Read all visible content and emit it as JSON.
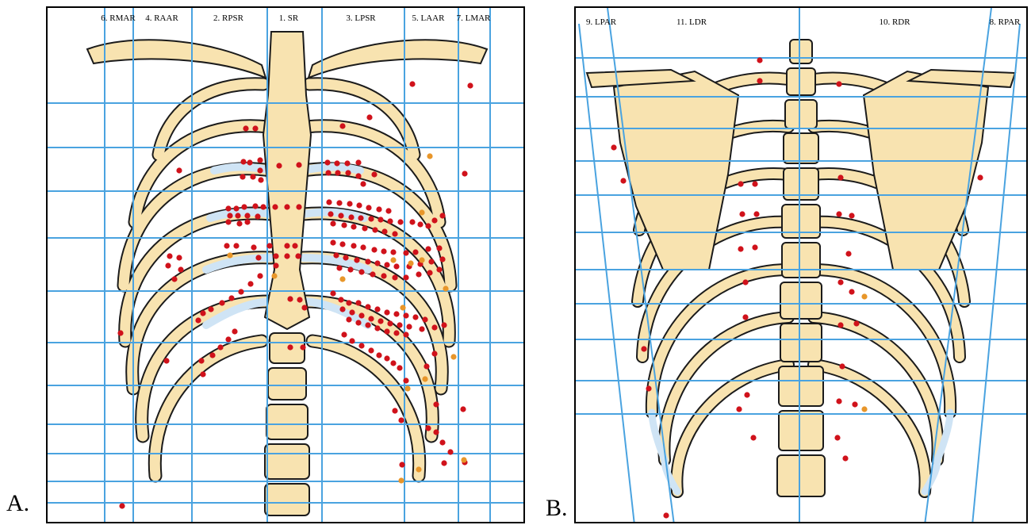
{
  "figure": {
    "panel_a_letter": "A.",
    "panel_b_letter": "B.",
    "panel_a_labels": [
      "6. RMAR",
      "4. RAAR",
      "2. RPSR",
      "1. SR",
      "3. LPSR",
      "5. LAAR",
      "7. LMAR"
    ],
    "panel_b_labels": [
      "9. LPAR",
      "11. LDR",
      "10. RDR",
      "8. RPAR"
    ]
  },
  "colors": {
    "bone": "#f8e3b0",
    "bone_outline": "#1b1b1b",
    "cartilage": "#cfe4f5",
    "grid_line": "#4aa3e0",
    "lesion_red": "#d0121b",
    "lesion_orange": "#e8962a"
  }
}
